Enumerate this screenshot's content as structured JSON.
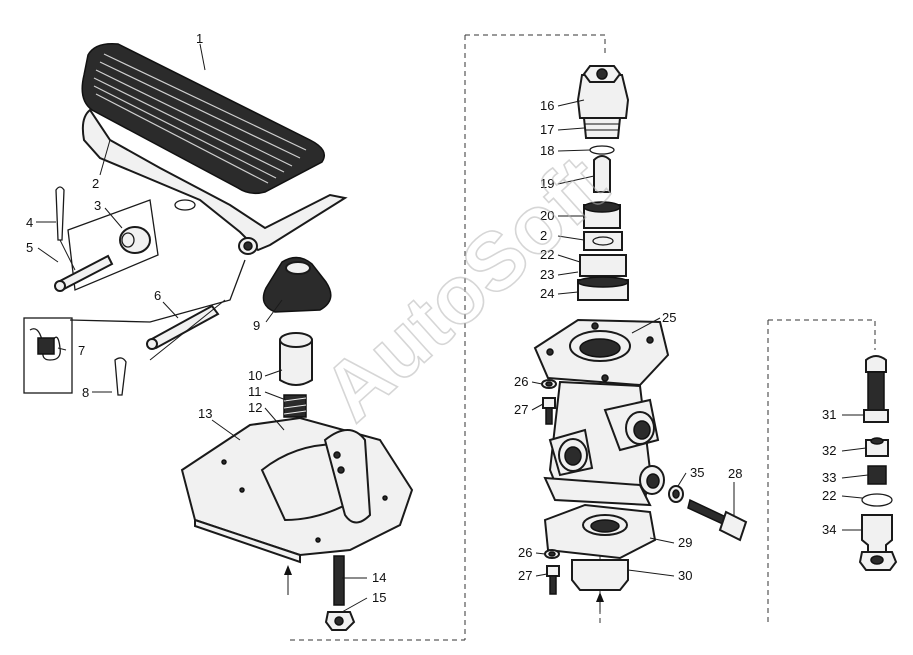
{
  "watermark": "AutoSoft",
  "callouts": [
    "1",
    "2",
    "3",
    "4",
    "5",
    "6",
    "7",
    "8",
    "9",
    "10",
    "11",
    "12",
    "13",
    "14",
    "15",
    "16",
    "17",
    "18",
    "19",
    "20",
    "2",
    "22",
    "23",
    "24",
    "25",
    "26",
    "27",
    "28",
    "29",
    "30",
    "26",
    "27",
    "31",
    "32",
    "33",
    "22",
    "34",
    "35"
  ]
}
